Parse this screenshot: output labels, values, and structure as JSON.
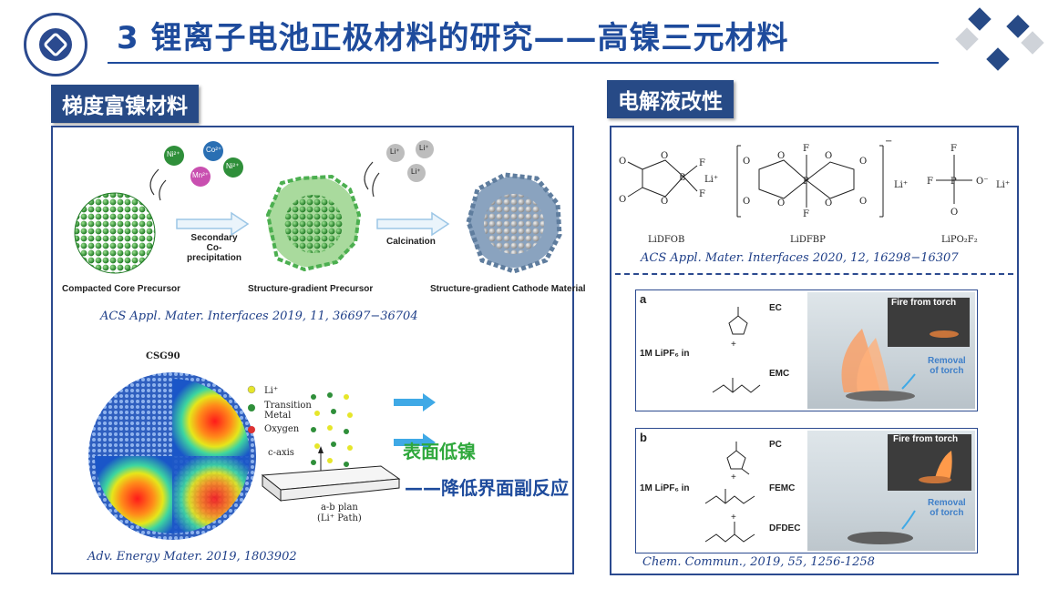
{
  "header": {
    "title": "3 锂离子电池正极材料的研究——高镍三元材料"
  },
  "left_section": {
    "label": "梯度富镍材料",
    "synthesis": {
      "ions_top": [
        "Ni²⁺",
        "Co²⁺",
        "Mn²⁺",
        "Ni²⁺"
      ],
      "ions_right": [
        "Li⁺",
        "Li⁺",
        "Li⁺"
      ],
      "step1": "Secondary\nCo-precipitation",
      "step2": "Calcination",
      "captions": [
        "Compacted Core Precursor",
        "Structure-gradient Precursor",
        "Structure-gradient Cathode Material"
      ]
    },
    "cite1": "ACS Appl. Mater. Interfaces 2019, 11, 36697−36704",
    "particle": {
      "name": "CSG90",
      "legend": [
        "Li⁺",
        "Transition\nMetal",
        "Oxygen"
      ],
      "axis_label": "c-axis",
      "plan_label": "a-b plan\n(Li⁺ Path)"
    },
    "surface_text": "表面低镍",
    "reaction_text": "——降低界面副反应",
    "cite2": "Adv. Energy Mater. 2019, 1803902",
    "colors": {
      "ion_green": "#2f8f3a",
      "ion_blue": "#2a6fb3",
      "ion_pink": "#c94fb0",
      "core_green": "#3fae3d"
    }
  },
  "right_section": {
    "label": "电解液改性",
    "salts": [
      "LiDFOB",
      "LiDFBP",
      "LiPO₂F₂"
    ],
    "cite1": "ACS Appl. Mater. Interfaces 2020, 12, 16298−16307",
    "panel_a": {
      "tag": "a",
      "solvent_label": "1M LiPF₆ in",
      "components": [
        "EC",
        "+",
        "EMC"
      ],
      "photo_caption": "Fire from torch",
      "removal": "Removal\nof torch"
    },
    "panel_b": {
      "tag": "b",
      "solvent_label": "1M LiPF₆ in",
      "components": [
        "PC",
        "+",
        "FEMC",
        "+",
        "DFDEC"
      ],
      "photo_caption": "Fire from torch",
      "removal": "Removal\nof torch"
    },
    "cite2": "Chem. Commun., 2019, 55, 1256-1258"
  }
}
